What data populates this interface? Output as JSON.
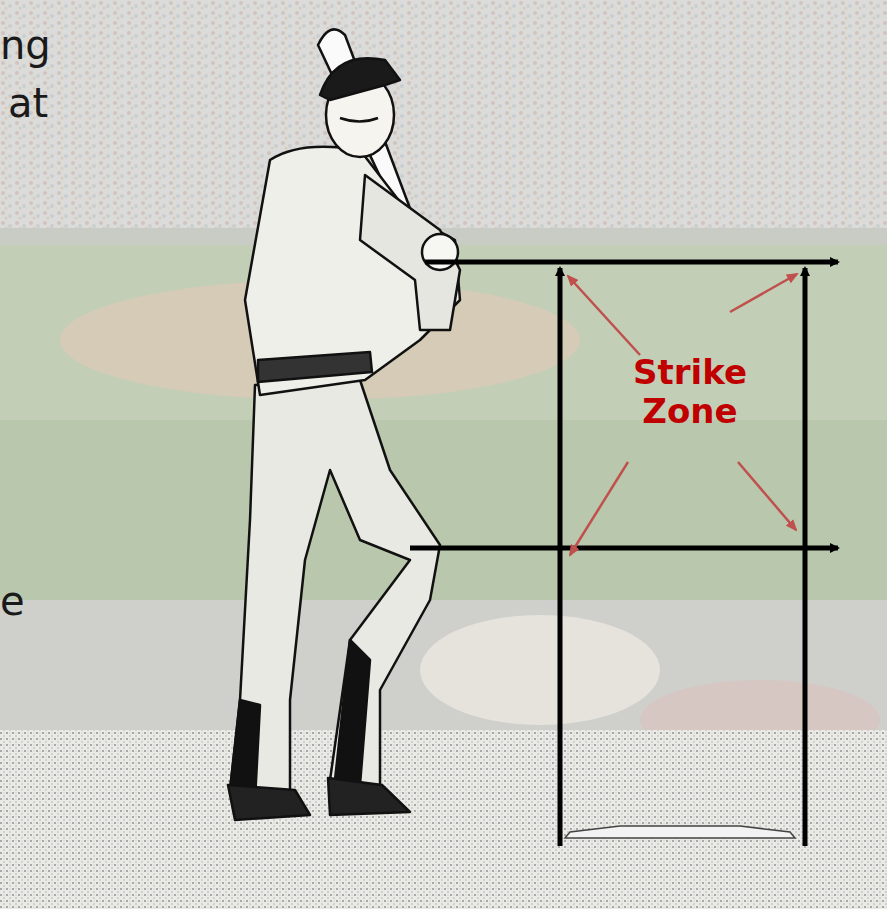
{
  "diagram": {
    "labels": [
      "ng",
      "at",
      "Strike Zone",
      "e"
    ]
  }
}
